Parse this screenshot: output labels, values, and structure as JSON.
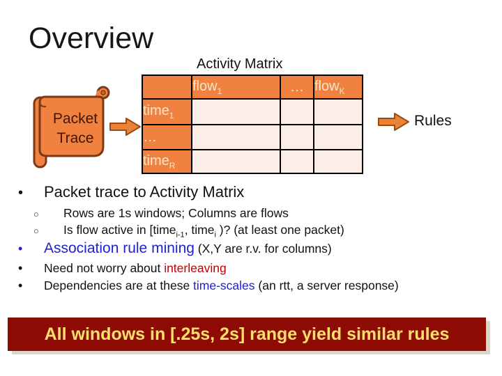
{
  "slide": {
    "title": "Overview"
  },
  "diagram": {
    "matrix_title": "Activity Matrix",
    "rules_label": "Rules",
    "packet_trace": {
      "line1": "Packet",
      "line2": "Trace"
    },
    "matrix": {
      "col_headers": [
        {
          "base": "flow",
          "sub": "1"
        },
        {
          "base": "…",
          "sub": ""
        },
        {
          "base": "flow",
          "sub": "K"
        }
      ],
      "row_headers": [
        {
          "base": "time",
          "sub": "1"
        },
        {
          "base": "…",
          "sub": ""
        },
        {
          "base": "time",
          "sub": "R"
        }
      ]
    }
  },
  "bullets": {
    "b1": {
      "marker": "•",
      "text": "Packet trace to Activity Matrix"
    },
    "b1a": {
      "marker": "○",
      "text": "Rows are 1s windows; Columns are flows"
    },
    "b1b": {
      "marker": "○",
      "seg1": "Is flow active in [time",
      "sub1": "i-1",
      "seg2": ", time",
      "sub2": "i",
      "seg3": " )? (at least one packet)"
    },
    "b2": {
      "marker": "•",
      "highlight": "Association rule mining",
      "rest": " (X,Y are r.v. for columns)"
    },
    "b3": {
      "marker": "•",
      "lead": "Need not worry about ",
      "highlight": "interleaving"
    },
    "b4": {
      "marker": "•",
      "lead": "Dependencies are at these ",
      "highlight": "time-scales",
      "rest": " (an rtt, a server response)"
    }
  },
  "banner": {
    "text": "All windows in [.25s, 2s] range yield similar rules"
  },
  "colors": {
    "accent_orange": "#F0813E",
    "table_cell_bg": "#FCEDE7",
    "table_label_text": "#FAE5CC",
    "scroll_outline": "#7B3A15",
    "scroll_text": "#431407",
    "banner_bg": "#8E0B04",
    "banner_text": "#FFE06A",
    "emphasis_blue": "#2121CE",
    "emphasis_red": "#C00000"
  }
}
